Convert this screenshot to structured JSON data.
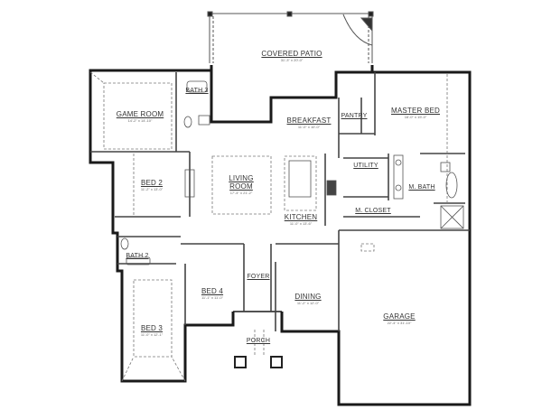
{
  "rooms": {
    "covered_patio": {
      "name": "COVERED PATIO",
      "dims": "31'-3\" x 20'-0\""
    },
    "game_room": {
      "name": "GAME ROOM",
      "dims": "14'-2\" x 14'-10\""
    },
    "bath3": {
      "name": "BATH 3"
    },
    "breakfast": {
      "name": "BREAKFAST",
      "dims": "11'-0\" x 10'-0\""
    },
    "pantry": {
      "name": "PANTRY"
    },
    "master_bed": {
      "name": "MASTER BED",
      "dims": "16'-0\" x 15'-0\""
    },
    "bed2": {
      "name": "BED 2",
      "dims": "11'-2\" x 13'-0\""
    },
    "living_room": {
      "name": "LIVING ROOM",
      "dims": "17'-4\" x 21'-2\""
    },
    "utility": {
      "name": "UTILITY"
    },
    "m_bath": {
      "name": "M. BATH"
    },
    "m_closet": {
      "name": "M. CLOSET"
    },
    "kitchen": {
      "name": "KITCHEN",
      "dims": "11'-0\" x 13'-6\""
    },
    "bath2": {
      "name": "BATH 2"
    },
    "foyer": {
      "name": "FOYER"
    },
    "bed4": {
      "name": "BED 4",
      "dims": "11'-1\" x 11'-0\""
    },
    "dining": {
      "name": "DINING",
      "dims": "11'-2\" x 12'-0\""
    },
    "garage": {
      "name": "GARAGE",
      "dims": "22'-4\" x 31'-10\""
    },
    "bed3": {
      "name": "BED 3",
      "dims": "11'-0\" x 12'-1\""
    },
    "porch": {
      "name": "PORCH"
    }
  },
  "colors": {
    "wall": "#1a1a1a",
    "interior": "#555555",
    "dashed": "#777777"
  }
}
